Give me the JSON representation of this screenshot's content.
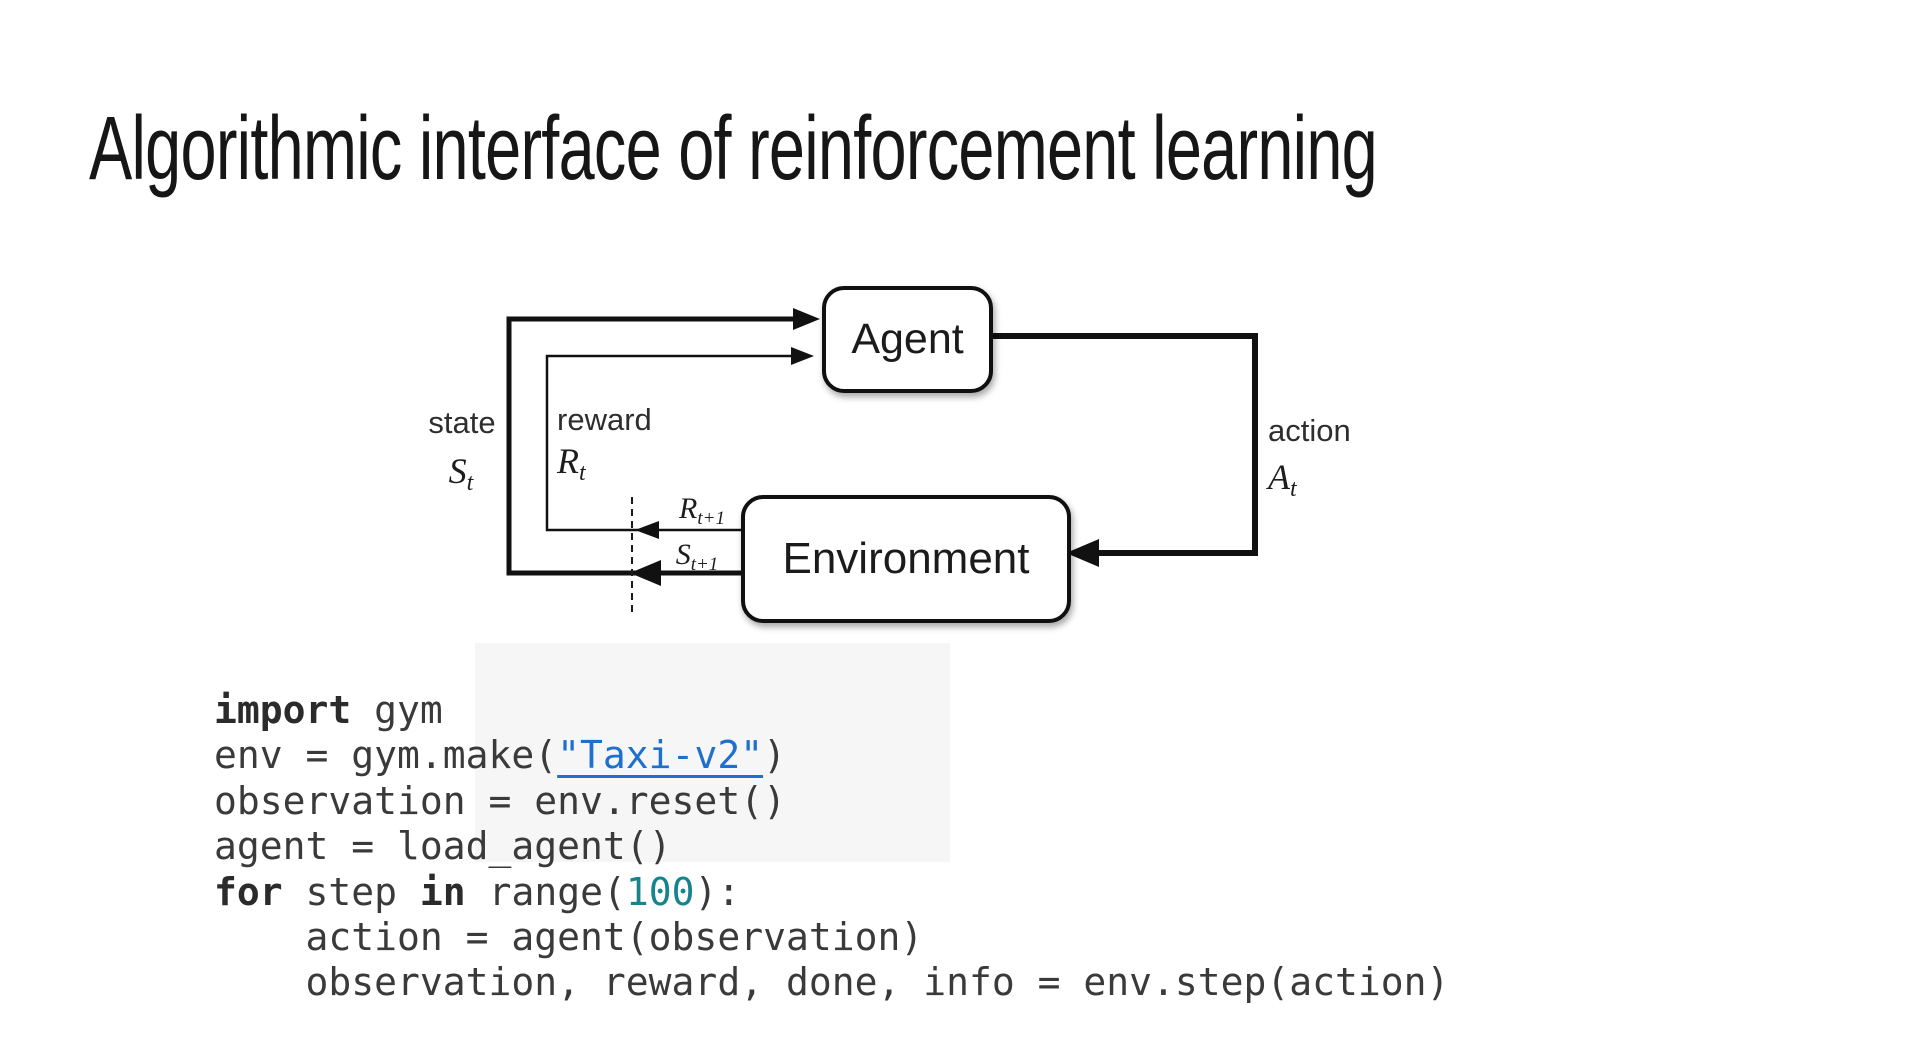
{
  "slide": {
    "title": "Algorithmic interface of reinforcement learning"
  },
  "diagram": {
    "agent_label": "Agent",
    "environment_label": "Environment",
    "state": {
      "word": "state",
      "sym": "S",
      "sub": "t"
    },
    "reward": {
      "word": "reward",
      "sym": "R",
      "sub": "t"
    },
    "action": {
      "word": "action",
      "sym": "A",
      "sub": "t"
    },
    "reward_next": {
      "sym": "R",
      "sub": "t+1"
    },
    "state_next": {
      "sym": "S",
      "sub": "t+1"
    }
  },
  "code": {
    "line1": {
      "kw": "import",
      "rest": " gym"
    },
    "line2": {
      "pre": "env = gym.make(",
      "link": "\"Taxi-v2\"",
      "post": ")"
    },
    "line3": {
      "text": "observation = env.reset()"
    },
    "line4": {
      "text": "agent = load_agent()"
    },
    "line5": {
      "kw1": "for",
      "m1": " step ",
      "kw2": "in",
      "m2": " range(",
      "num": "100",
      "post": "):"
    },
    "line6": {
      "text": "    action = agent(observation)"
    },
    "line7": {
      "text": "    observation, reward, done, info = env.step(action)"
    }
  },
  "colors": {
    "link_blue": "#1e6fce",
    "number_teal": "#17838d",
    "line_black": "#111111",
    "code_text": "#3a3a3a"
  }
}
